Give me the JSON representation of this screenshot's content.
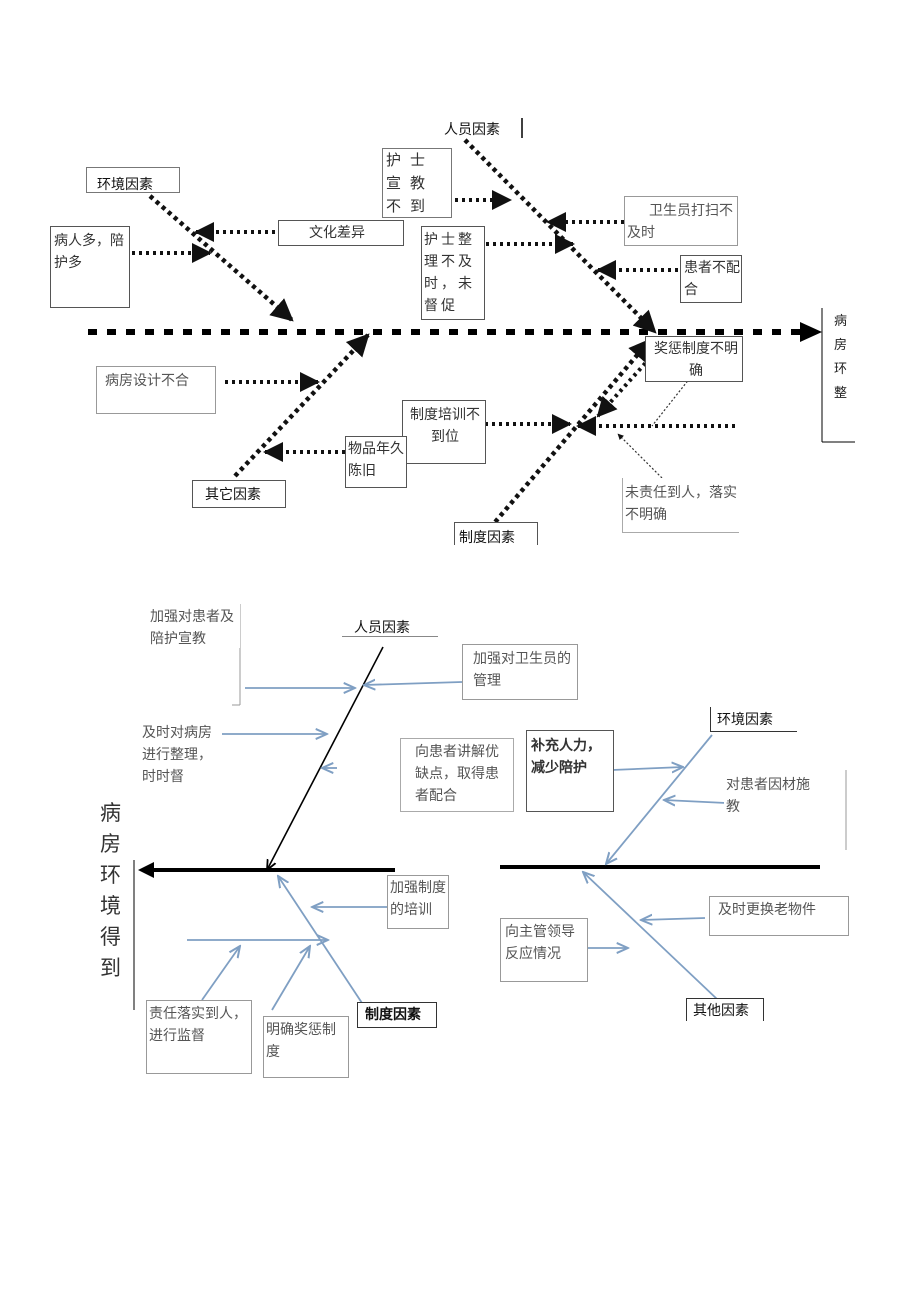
{
  "top_diagram": {
    "head": "病房环整",
    "categories": {
      "personnel": "人员因素",
      "environment": "环境因素",
      "other": "其它因素",
      "system": "制度因素"
    },
    "causes": {
      "nurse_education": "护士宣教不到位",
      "culture_gap": "文化差异",
      "many_patients": "病人多，陪护多",
      "cleaner": "卫生员打扫不及时",
      "nurse_tidy": "护士整理不及时，未督促",
      "patient_coop": "患者不配合",
      "reward_penalty": "奖惩制度不明确",
      "ward_design": "病房设计不合",
      "training": "制度培训不到位",
      "old_items": "物品年久陈旧",
      "responsibility": "未责任到人，落实不明确"
    }
  },
  "bottom_diagram": {
    "head": "病房环境得到",
    "categories": {
      "personnel": "人员因素",
      "environment": "环境因素",
      "other": "其他因素",
      "system": "制度因素"
    },
    "measures": {
      "patient_education": "加强对患者及陪护宣教",
      "cleaner_mgmt": "加强对卫生员的管理",
      "timely_tidy": "及时对病房进行整理，时时督",
      "explain": "向患者讲解优缺点，取得患者配合",
      "add_staff": "补充人力，减少陪护",
      "patient_teach": "对患者因材施教",
      "strengthen_training": "加强制度的培训",
      "replace_items": "及时更换老物件",
      "report_supervisor": "向主管领导反应情况",
      "responsibility": "责任落实到人，进行监督",
      "clear_rules": "明确奖惩制度"
    }
  },
  "colors": {
    "dotted": "#111111",
    "arrow_blue": "#7f9fc3",
    "line": "#000000"
  }
}
